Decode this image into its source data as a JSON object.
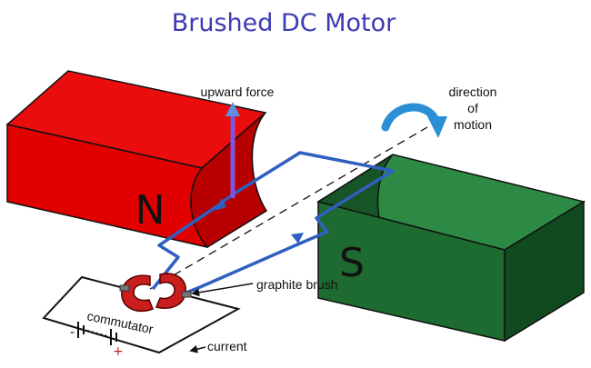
{
  "title": "Brushed DC Motor",
  "labels": {
    "upward_force": "upward force",
    "direction": "direction",
    "of": "of",
    "motion": "motion",
    "pole_north": "N",
    "pole_south": "S",
    "graphite_brush": "graphite brush",
    "commutator": "commutator",
    "current": "current",
    "minus": "-",
    "plus": "+"
  },
  "colors": {
    "north_magnet": "#e00000",
    "south_magnet": "#1e6a30",
    "coil": "#2f5fbf",
    "force_arrow": "#7f56d9",
    "motion_arrow": "#2a8fd6",
    "commutator": "#c81e1e",
    "title": "#3b3bb3"
  }
}
